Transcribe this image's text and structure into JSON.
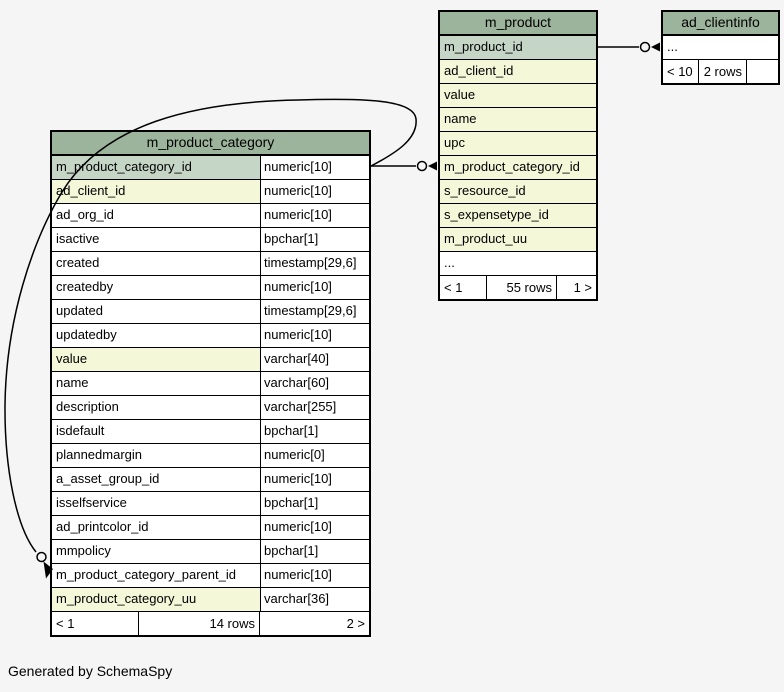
{
  "page": {
    "footer_note": "Generated by SchemaSpy"
  },
  "colors": {
    "background": "#f5f5f5",
    "table_header": "#9cb49c",
    "primary_key_row": "#c6d6c6",
    "indexed_row": "#f4f7d8",
    "line": "#000000"
  },
  "tables": [
    {
      "title": "m_product_category",
      "columns": [
        {
          "name": "m_product_category_id",
          "type": "numeric[10]",
          "highlight": "pk"
        },
        {
          "name": "ad_client_id",
          "type": "numeric[10]",
          "highlight": "indexed"
        },
        {
          "name": "ad_org_id",
          "type": "numeric[10]",
          "highlight": "none"
        },
        {
          "name": "isactive",
          "type": "bpchar[1]",
          "highlight": "none"
        },
        {
          "name": "created",
          "type": "timestamp[29,6]",
          "highlight": "none"
        },
        {
          "name": "createdby",
          "type": "numeric[10]",
          "highlight": "none"
        },
        {
          "name": "updated",
          "type": "timestamp[29,6]",
          "highlight": "none"
        },
        {
          "name": "updatedby",
          "type": "numeric[10]",
          "highlight": "none"
        },
        {
          "name": "value",
          "type": "varchar[40]",
          "highlight": "indexed"
        },
        {
          "name": "name",
          "type": "varchar[60]",
          "highlight": "none"
        },
        {
          "name": "description",
          "type": "varchar[255]",
          "highlight": "none"
        },
        {
          "name": "isdefault",
          "type": "bpchar[1]",
          "highlight": "none"
        },
        {
          "name": "plannedmargin",
          "type": "numeric[0]",
          "highlight": "none"
        },
        {
          "name": "a_asset_group_id",
          "type": "numeric[10]",
          "highlight": "none"
        },
        {
          "name": "isselfservice",
          "type": "bpchar[1]",
          "highlight": "none"
        },
        {
          "name": "ad_printcolor_id",
          "type": "numeric[10]",
          "highlight": "none"
        },
        {
          "name": "mmpolicy",
          "type": "bpchar[1]",
          "highlight": "none"
        },
        {
          "name": "m_product_category_parent_id",
          "type": "numeric[10]",
          "highlight": "none"
        },
        {
          "name": "m_product_category_uu",
          "type": "varchar[36]",
          "highlight": "indexed"
        }
      ],
      "footer": {
        "left": "< 1",
        "middle": "14 rows",
        "right": "2 >"
      }
    },
    {
      "title": "m_product",
      "columns": [
        {
          "name": "m_product_id",
          "highlight": "pk"
        },
        {
          "name": "ad_client_id",
          "highlight": "indexed"
        },
        {
          "name": "value",
          "highlight": "indexed"
        },
        {
          "name": "name",
          "highlight": "indexed"
        },
        {
          "name": "upc",
          "highlight": "indexed"
        },
        {
          "name": "m_product_category_id",
          "highlight": "indexed"
        },
        {
          "name": "s_resource_id",
          "highlight": "indexed"
        },
        {
          "name": "s_expensetype_id",
          "highlight": "indexed"
        },
        {
          "name": "m_product_uu",
          "highlight": "indexed"
        },
        {
          "name": "...",
          "highlight": "none"
        }
      ],
      "footer": {
        "left": "< 1",
        "middle": "55 rows",
        "right": "1 >"
      }
    },
    {
      "title": "ad_clientinfo",
      "columns": [
        {
          "name": "...",
          "highlight": "none"
        }
      ],
      "footer": {
        "left": "< 10",
        "middle": "2 rows",
        "right": ""
      }
    }
  ]
}
